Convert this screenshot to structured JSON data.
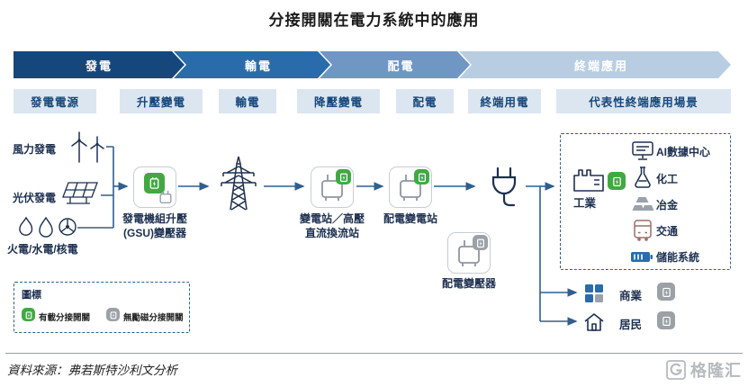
{
  "title": "分接開關在電力系統中的應用",
  "colors": {
    "stage_generation": "#16477c",
    "stage_transmission": "#2a6cab",
    "stage_distribution": "#7097c4",
    "stage_enduse": "#b9cde2",
    "sublabel_bg": "#dbe6f1",
    "connector_line": "#2f5f8f",
    "on_load_tap_changer_green": "#43a843",
    "off_circuit_tap_changer_gray": "#9ba1a6"
  },
  "flow_stages": [
    {
      "label": "發電"
    },
    {
      "label": "輸電"
    },
    {
      "label": "配電"
    },
    {
      "label": "終端應用"
    }
  ],
  "sub_stages": [
    {
      "label": "發電電源"
    },
    {
      "label": "升壓變電"
    },
    {
      "label": "輸電"
    },
    {
      "label": "降壓變電"
    },
    {
      "label": "配電"
    },
    {
      "label": "終端用電"
    },
    {
      "label": "代表性終端應用場景"
    }
  ],
  "generation_sources": [
    {
      "label": "風力發電",
      "icon": "wind-turbine-icon"
    },
    {
      "label": "光伏發電",
      "icon": "solar-panel-icon"
    },
    {
      "label": "火電/水電/核電",
      "icon": "flame-drop-fan-icons"
    }
  ],
  "equipment": {
    "gsu_transformer": "發電機組升壓\n(GSU)變壓器",
    "substation": "變電站／高壓\n直流換流站",
    "distribution_substation": "配電變電站",
    "distribution_transformer": "配電變壓器"
  },
  "end_use": {
    "industry": {
      "label": "工業"
    },
    "industry_scenarios": [
      {
        "label": "AI數據中心",
        "icon": "data-center-icon"
      },
      {
        "label": "化工",
        "icon": "flask-icon"
      },
      {
        "label": "冶金",
        "icon": "metal-ingots-icon"
      },
      {
        "label": "交通",
        "icon": "bus-icon"
      },
      {
        "label": "儲能系統",
        "icon": "battery-icon"
      }
    ],
    "commerce": {
      "label": "商業"
    },
    "residential": {
      "label": "居民"
    }
  },
  "legend": {
    "title": "圖標",
    "items": [
      {
        "label": "有載分接開關",
        "type": "green"
      },
      {
        "label": "無勵磁分接開關",
        "type": "gray"
      }
    ]
  },
  "footer": {
    "source": "資料來源：弗若斯特沙利文分析",
    "logo_mark": "G",
    "logo_text": "格隆汇"
  }
}
